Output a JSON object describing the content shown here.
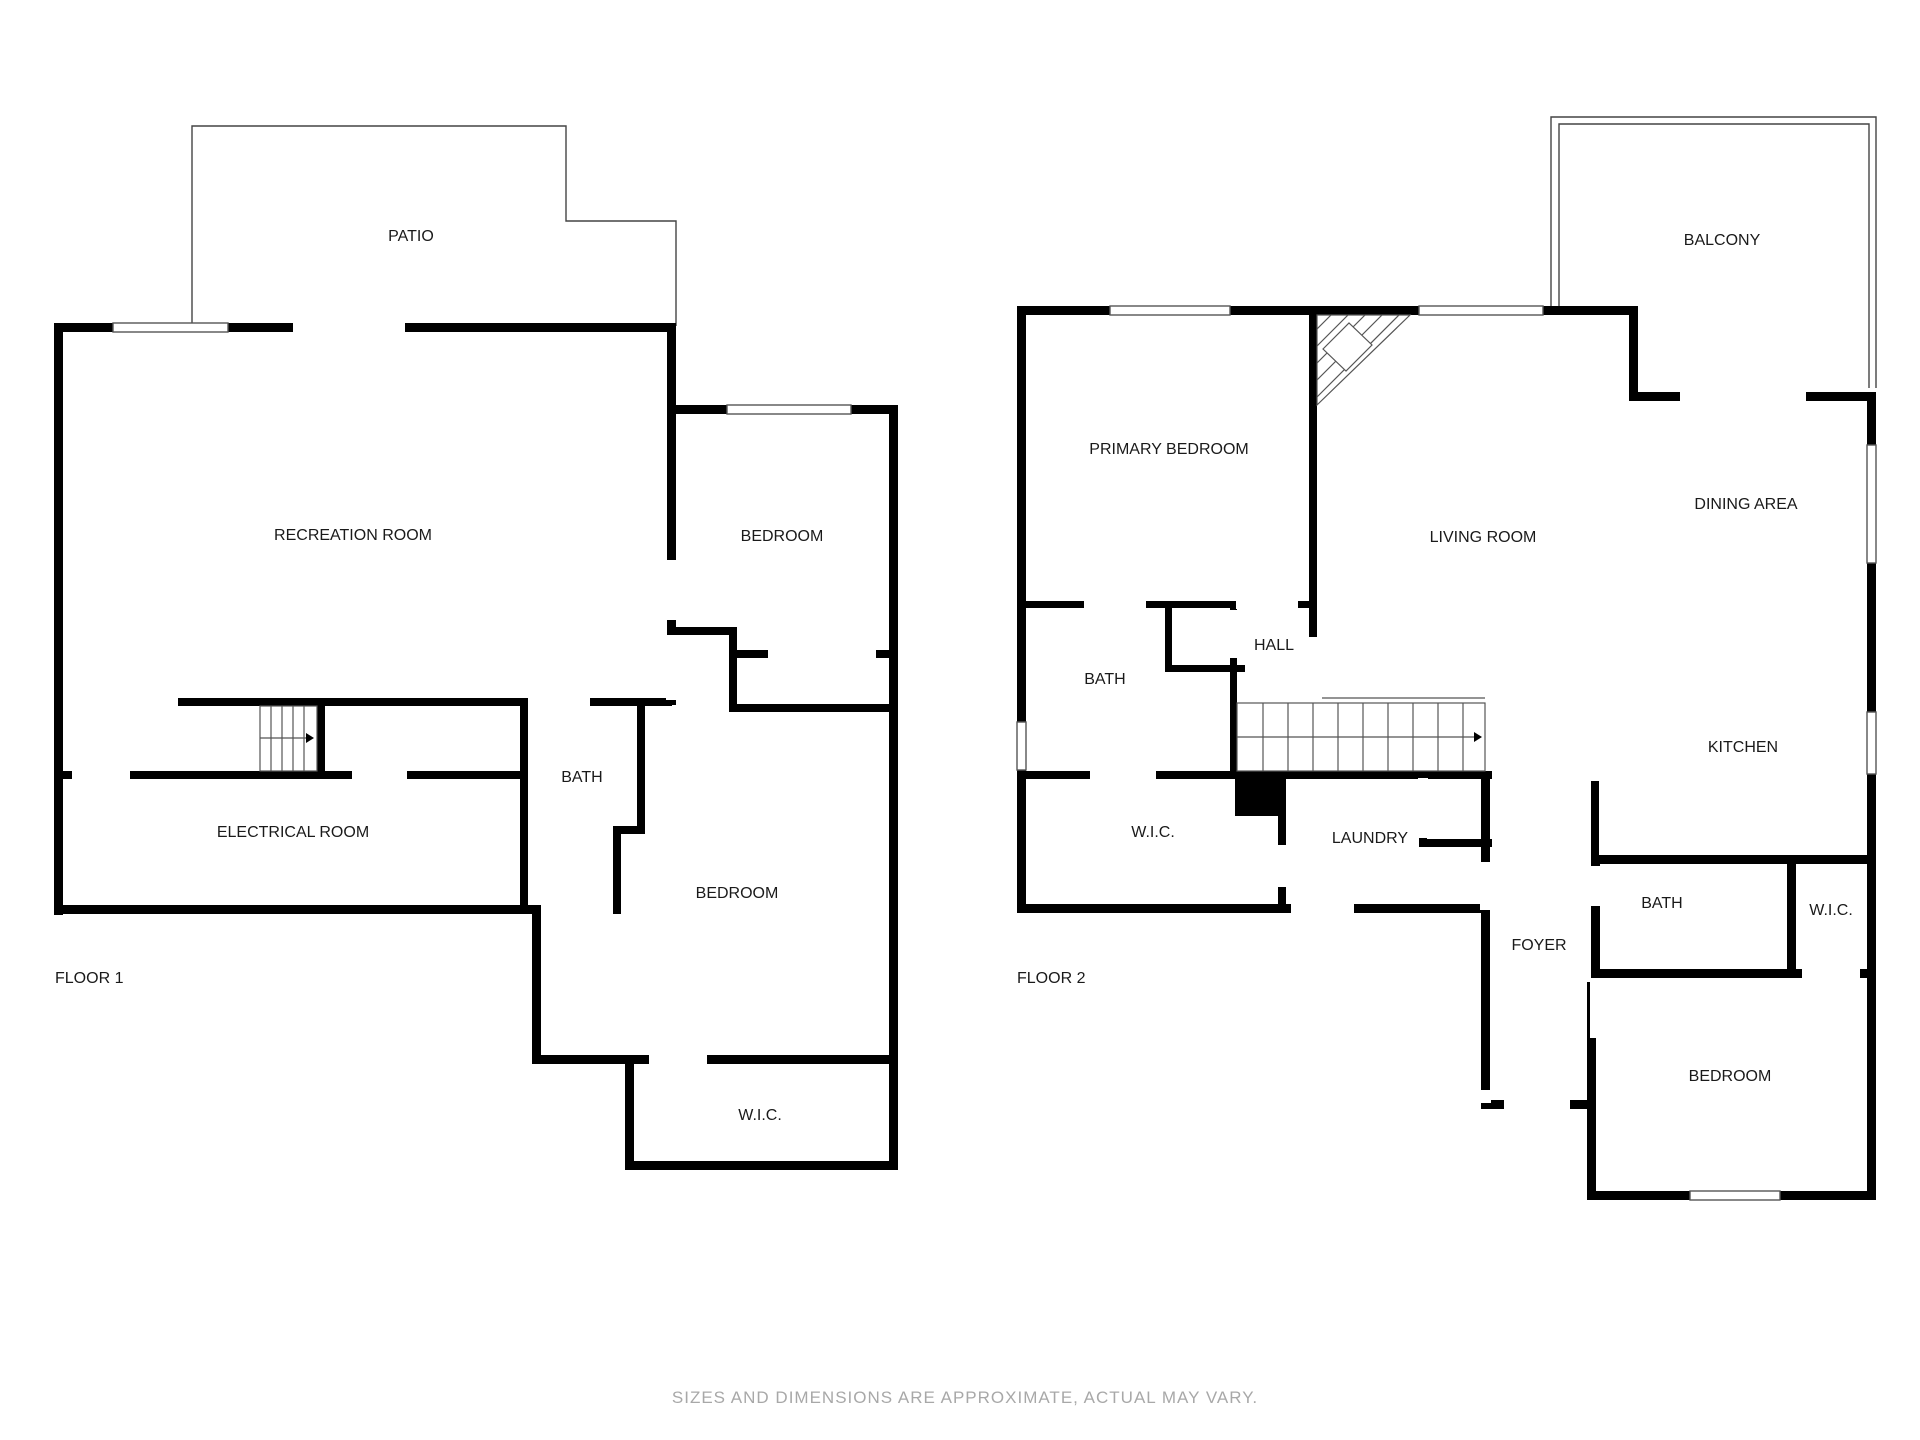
{
  "floor1": {
    "label": "FLOOR 1",
    "rooms": {
      "patio": "PATIO",
      "recreation_room": "RECREATION ROOM",
      "bedroom_upper": "BEDROOM",
      "bath": "BATH",
      "electrical_room": "ELECTRICAL ROOM",
      "bedroom_lower": "BEDROOM",
      "wic": "W.I.C."
    }
  },
  "floor2": {
    "label": "FLOOR 2",
    "rooms": {
      "balcony": "BALCONY",
      "primary_bedroom": "PRIMARY BEDROOM",
      "living_room": "LIVING ROOM",
      "dining_area": "DINING AREA",
      "hall": "HALL",
      "bath_left": "BATH",
      "kitchen": "KITCHEN",
      "wic_left": "W.I.C.",
      "laundry": "LAUNDRY",
      "bath_right": "BATH",
      "wic_right": "W.I.C.",
      "foyer": "FOYER",
      "bedroom": "BEDROOM"
    }
  },
  "disclaimer": "SIZES AND DIMENSIONS ARE APPROXIMATE, ACTUAL MAY VARY.",
  "colors": {
    "wall": "#000000",
    "background": "#ffffff",
    "disclaimer": "#a8a8a8"
  }
}
